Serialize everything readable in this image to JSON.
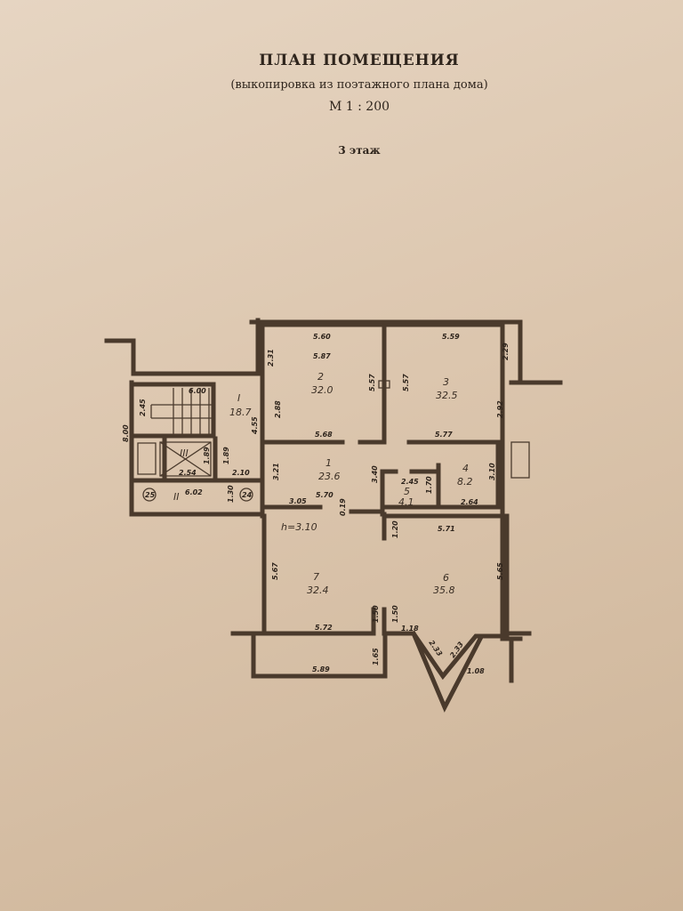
{
  "header": {
    "title": "ПЛАН ПОМЕЩЕНИЯ",
    "subtitle": "(выкопировка из поэтажного плана дома)",
    "scale": "М 1 : 200",
    "floor": "3 этаж"
  },
  "rooms": [
    {
      "num": "I",
      "area": "18.7"
    },
    {
      "num": "2",
      "area": "32.0"
    },
    {
      "num": "3",
      "area": "32.5"
    },
    {
      "num": "1",
      "area": "23.6"
    },
    {
      "num": "4",
      "area": "8.2"
    },
    {
      "num": "5",
      "area": "4.1"
    },
    {
      "num": "7",
      "area": "32.4"
    },
    {
      "num": "6",
      "area": "35.8"
    },
    {
      "num": "III"
    },
    {
      "num": "II"
    }
  ],
  "axes": [
    "25",
    "24"
  ],
  "height_note": "h=3.10",
  "dims": [
    "5.60",
    "5.87",
    "2.31",
    "5.57",
    "5.57",
    "5.59",
    "2.29",
    "2.92",
    "6.00",
    "2.45",
    "8.00",
    "2.88",
    "4.55",
    "1.89",
    "1.89",
    "2.54",
    "2.10",
    "6.02",
    "1.30",
    "5.68",
    "5.77",
    "3.21",
    "3.40",
    "2.45",
    "1.70",
    "3.10",
    "5.70",
    "3.05",
    "0.19",
    "2.64",
    "1.20",
    "5.71",
    "5.67",
    "5.65",
    "5.72",
    "1.50",
    "1.50",
    "1.18",
    "2.33",
    "2.33",
    "1.08",
    "1.65",
    "5.89"
  ]
}
